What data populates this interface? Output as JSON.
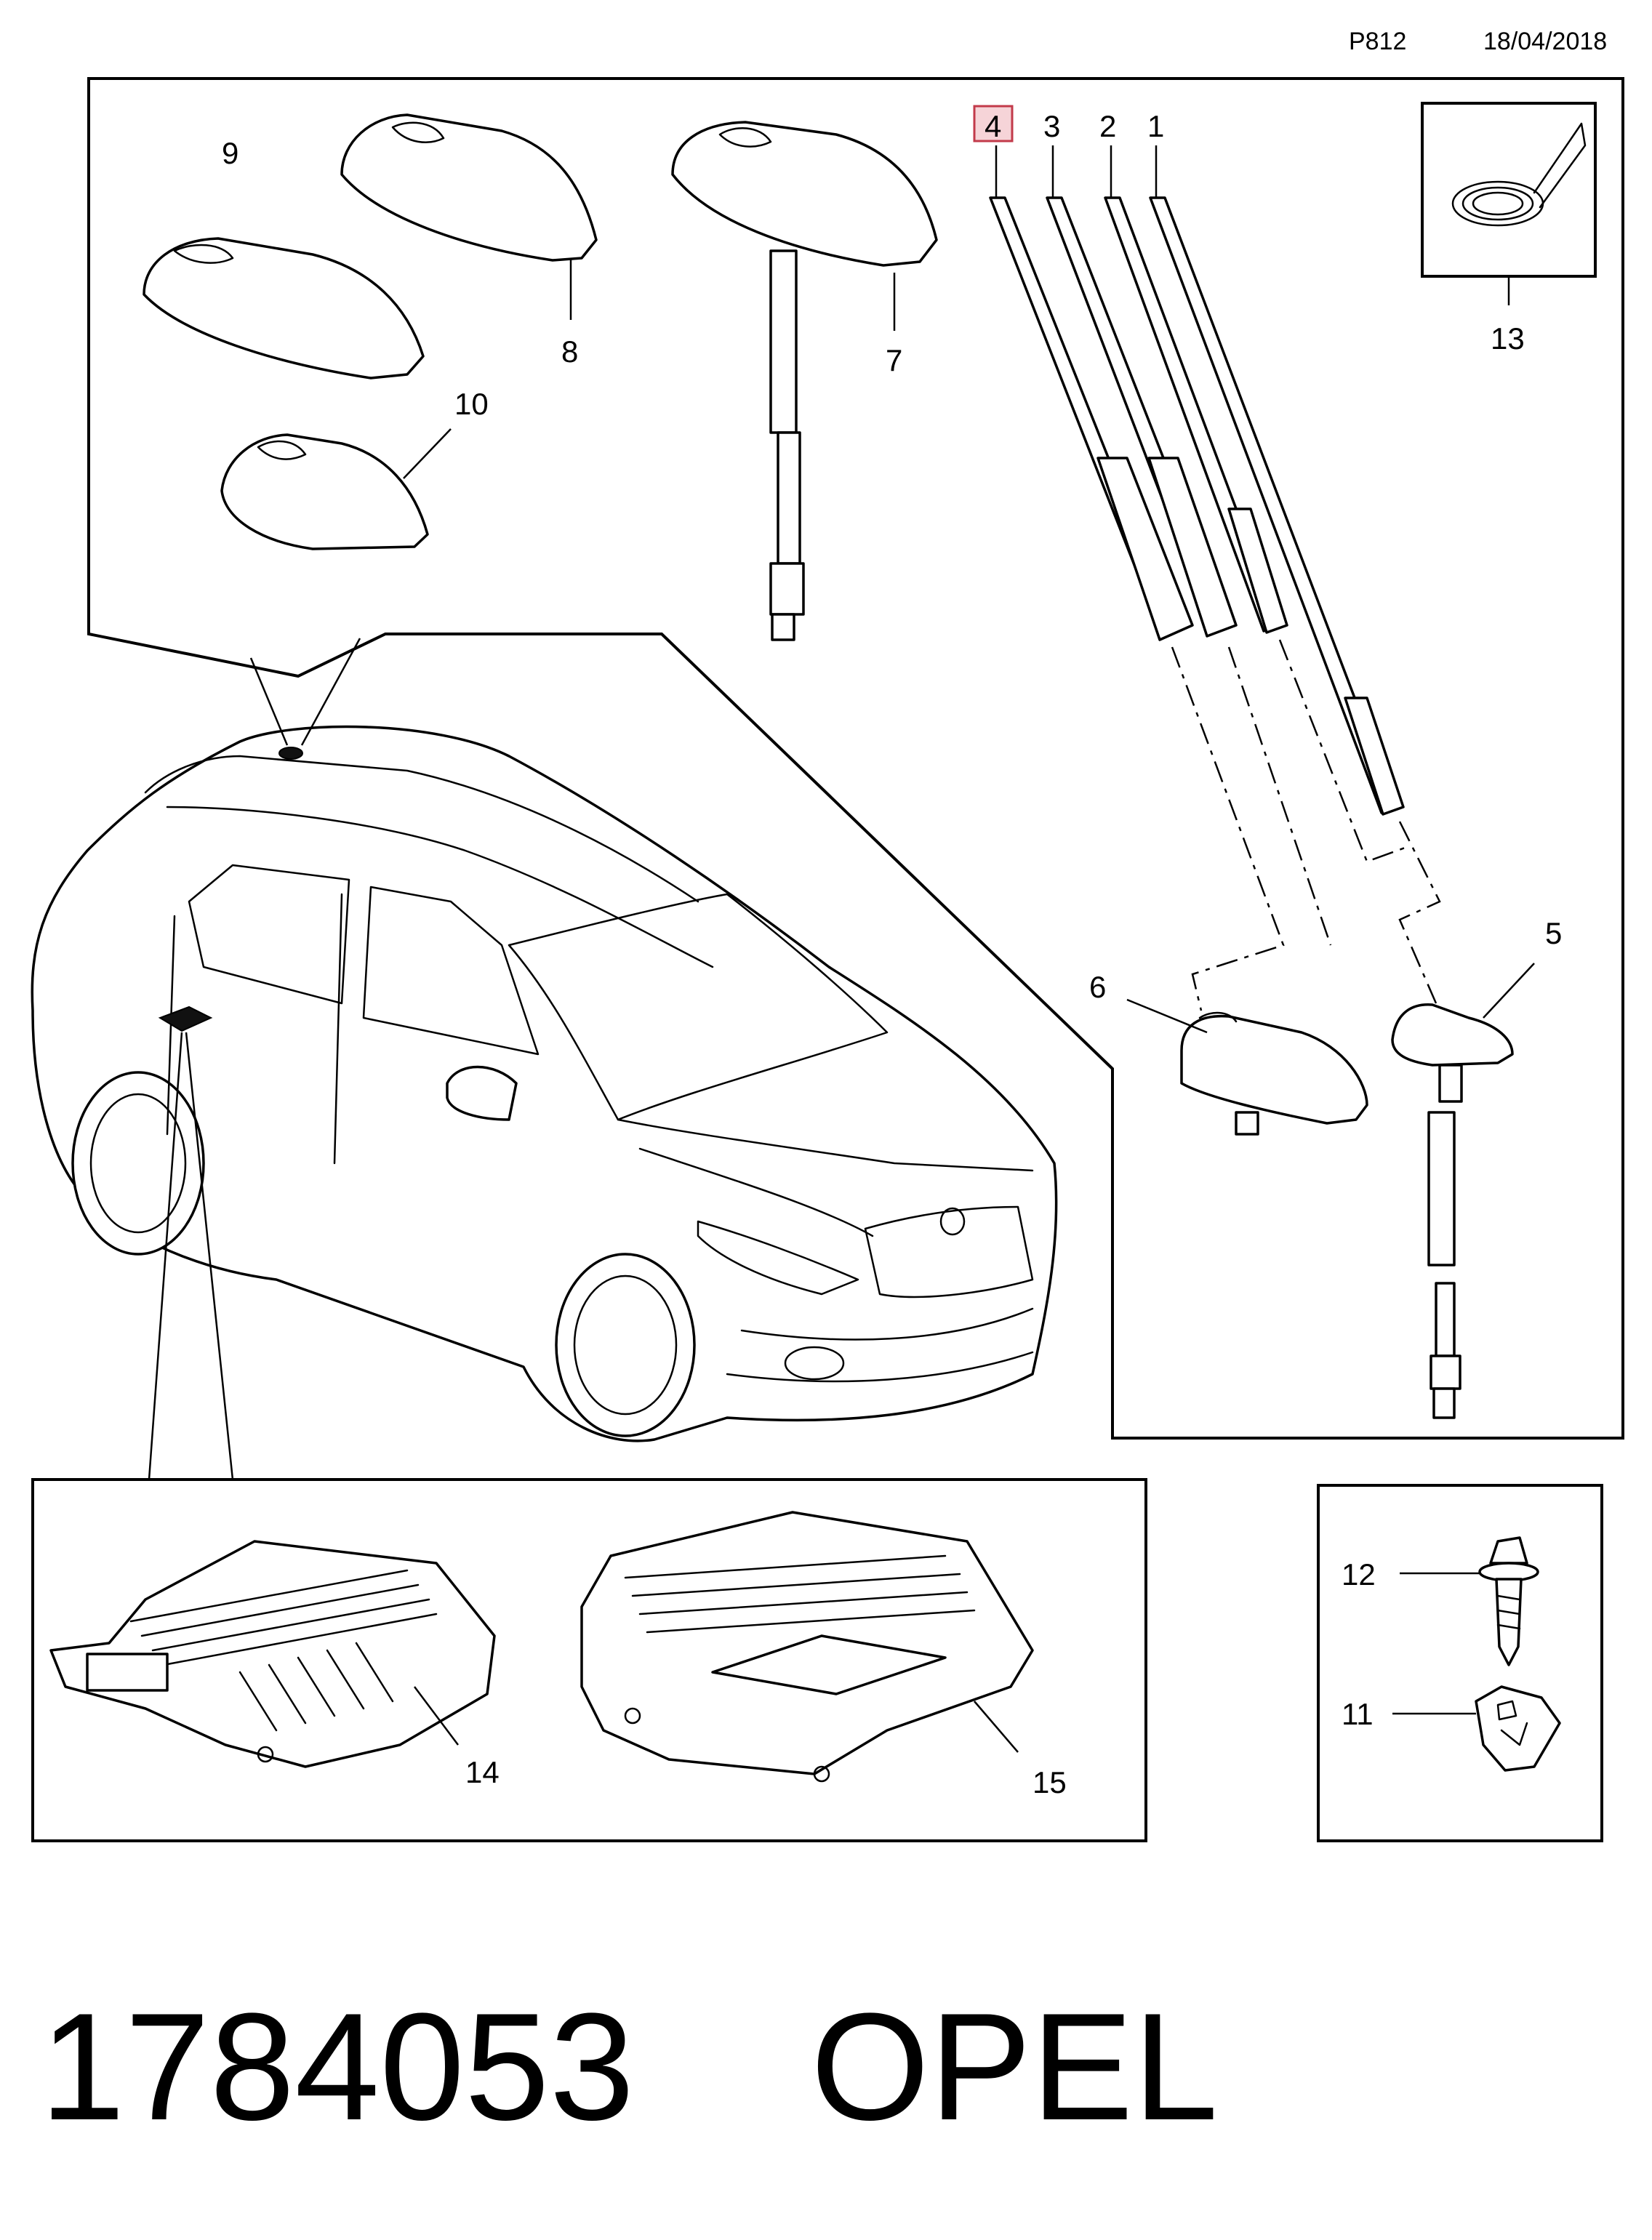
{
  "header": {
    "page_code": "P812",
    "date": "18/04/2018"
  },
  "footer": {
    "part_number": "1784053",
    "brand": "OPEL"
  },
  "callouts": {
    "c1": "1",
    "c2": "2",
    "c3": "3",
    "c4": "4",
    "c5": "5",
    "c6": "6",
    "c7": "7",
    "c8": "8",
    "c9": "9",
    "c10": "10",
    "c11": "11",
    "c12": "12",
    "c13": "13",
    "c14": "14",
    "c15": "15"
  },
  "highlighted_callout": "4",
  "colors": {
    "highlight_fill": "#f6d4d8",
    "highlight_stroke": "#c23a4a",
    "line": "#000000"
  }
}
